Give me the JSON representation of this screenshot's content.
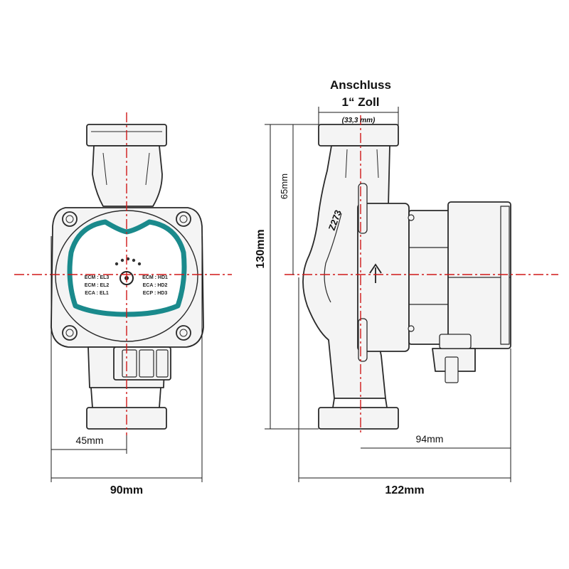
{
  "header": {
    "connection_title": "Anschluss",
    "connection_size": "1“ Zoll",
    "connection_mm": "(33,3 mm)"
  },
  "front_view": {
    "width_label": "90mm",
    "half_width_label": "45mm",
    "panel": {
      "left_col": [
        "ECM : EL3",
        "ECM : EL2",
        "ECA : EL1"
      ],
      "right_col": [
        "ECM : HD1",
        "ECA : HD2",
        "ECP : HD3"
      ]
    }
  },
  "side_view": {
    "height_label": "130mm",
    "upper_height_label": "65mm",
    "depth_label": "122mm",
    "motor_depth_label": "94mm",
    "model_text": "Z273"
  },
  "colors": {
    "accent": "#1a8a8c",
    "centerline": "#d01818",
    "outline": "#2a2a2a",
    "dimension": "#1a1a1a"
  }
}
